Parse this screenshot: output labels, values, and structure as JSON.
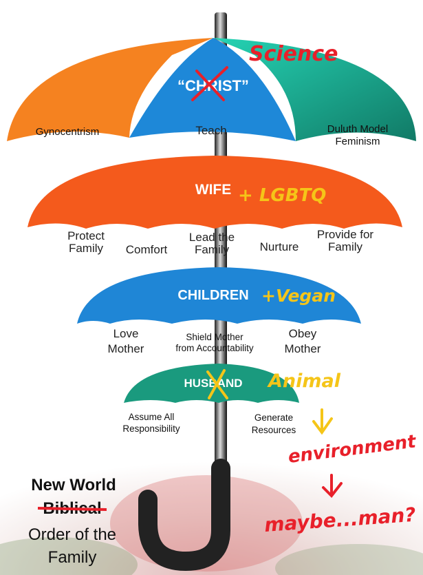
{
  "umbrellas": {
    "top": {
      "center_label": "“CHRIST”",
      "left_label": "Gynocentrism",
      "middle_label": "Teach",
      "right_label_line1": "Duluth Model",
      "right_label_line2": "Feminism",
      "colors": {
        "left": "#f58220",
        "middle": "#1e88d8",
        "right": "#1aa58a"
      }
    },
    "wife": {
      "center_label": "WIFE",
      "labels": [
        {
          "line1": "Protect",
          "line2": "Family"
        },
        {
          "line1": "Comfort",
          "line2": ""
        },
        {
          "line1": "Lead the",
          "line2": "Family"
        },
        {
          "line1": "Nurture",
          "line2": ""
        },
        {
          "line1": "Provide for",
          "line2": "Family"
        }
      ],
      "color": "#f45a1c"
    },
    "children": {
      "center_label": "CHILDREN",
      "labels": [
        {
          "line1": "Love",
          "line2": "Mother"
        },
        {
          "line1": "Shield Mother",
          "line2": "from Accountability"
        },
        {
          "line1": "Obey",
          "line2": "Mother"
        }
      ],
      "color": "#1f86d6"
    },
    "husband": {
      "center_label": "HUSBAND",
      "labels": [
        {
          "line1": "Assume All",
          "line2": "Responsibility"
        },
        {
          "line1": "Generate",
          "line2": "Resources"
        }
      ],
      "color": "#1a9a7e"
    }
  },
  "title": {
    "line1": "New World",
    "struck": "Biblical",
    "line3": "Order of the",
    "line4": "Family"
  },
  "annotations": {
    "science": "Science",
    "lgbtq": "+ LGBTQ",
    "vegan": "+Vegan",
    "animal": "Animal",
    "environment": "environment",
    "maybe_man": "maybe...man?",
    "red": "#e8202a",
    "yellow": "#f5c518"
  }
}
